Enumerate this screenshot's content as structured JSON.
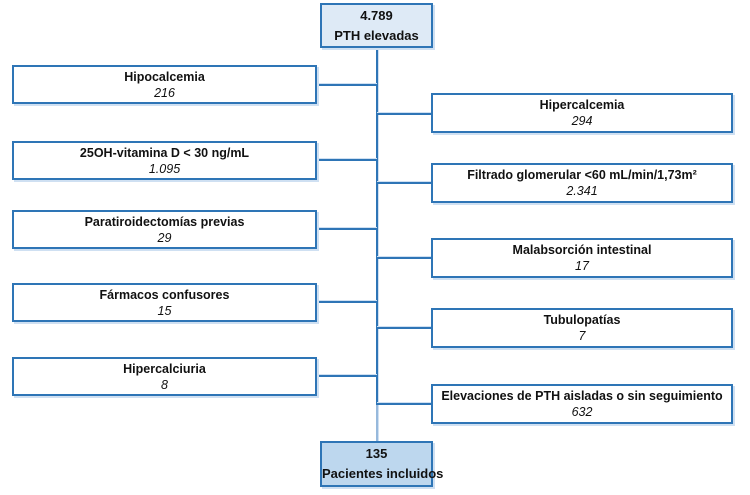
{
  "colors": {
    "border": "#2E75B6",
    "line_dark": "#2E75B6",
    "line_light": "#97B9DC",
    "top_fill": "#DEEAF6",
    "bottom_fill": "#BDD7EE",
    "shadow": "#CFE0F2",
    "text": "#111111"
  },
  "top_box": {
    "value": "4.789",
    "label": "PTH elevadas"
  },
  "bottom_box": {
    "value": "135",
    "label": "Pacientes incluidos"
  },
  "left_boxes": [
    {
      "label": "Hipocalcemia",
      "value": "216"
    },
    {
      "label": "25OH-vitamina D < 30 ng/mL",
      "value": "1.095"
    },
    {
      "label": "Paratiroidectomías previas",
      "value": "29"
    },
    {
      "label": "Fármacos confusores",
      "value": "15"
    },
    {
      "label": "Hipercalciuria",
      "value": "8"
    }
  ],
  "right_boxes": [
    {
      "label": "Hipercalcemia",
      "value": "294"
    },
    {
      "label": "Filtrado glomerular <60 mL/min/1,73m²",
      "value": "2.341"
    },
    {
      "label": "Malabsorción intestinal",
      "value": "17"
    },
    {
      "label": "Tubulopatías",
      "value": "7"
    },
    {
      "label": "Elevaciones de PTH aisladas o sin seguimiento",
      "value": "632"
    }
  ]
}
